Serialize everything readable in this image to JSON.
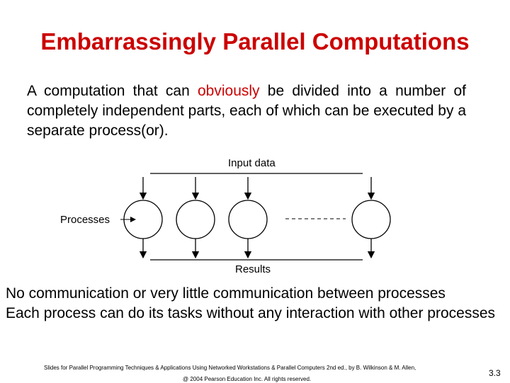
{
  "slide": {
    "title": "Embarrassingly Parallel Computations",
    "intro": {
      "before": "A computation that can ",
      "highlight": "obviously",
      "after": " be divided into a number of completely independent parts, each of which can be executed by a separate process(or)."
    },
    "diagram": {
      "input_label": "Input data",
      "processes_label": "Processes",
      "results_label": "Results"
    },
    "notes": [
      "No communication or very little communication between processes",
      "Each process can do its tasks without any interaction with other processes"
    ],
    "footer": {
      "line1": "Slides for Parallel Programming Techniques & Applications Using Networked Workstations & Parallel Computers 2nd ed., by B. Wilkinson & M. Allen,",
      "line2": "@ 2004 Pearson Education Inc. All rights reserved."
    },
    "page_number": "3.3",
    "colors": {
      "title": "#cc0000",
      "highlight": "#cc0000"
    }
  }
}
